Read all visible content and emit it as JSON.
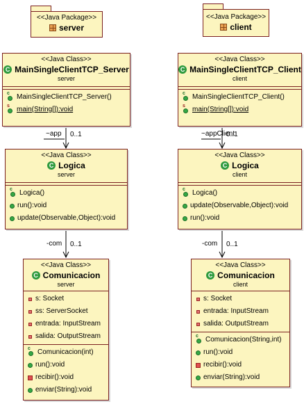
{
  "packages": {
    "server": {
      "stereotype": "<<Java Package>>",
      "name": "server",
      "icon": "package-icon"
    },
    "client": {
      "stereotype": "<<Java Package>>",
      "name": "client",
      "icon": "package-icon"
    }
  },
  "server": {
    "main": {
      "stereotype": "<<Java Class>>",
      "name": "MainSingleClientTCP_Server",
      "package": "server",
      "methods": [
        {
          "text": "MainSingleClientTCP_Server()",
          "kind": "constructor"
        },
        {
          "text": "main(String[]):void",
          "kind": "static"
        }
      ]
    },
    "logica": {
      "stereotype": "<<Java Class>>",
      "name": "Logica",
      "package": "server",
      "methods": [
        {
          "text": "Logica()",
          "kind": "constructor"
        },
        {
          "text": "run():void",
          "kind": "public"
        },
        {
          "text": "update(Observable,Object):void",
          "kind": "public"
        }
      ]
    },
    "comunicacion": {
      "stereotype": "<<Java Class>>",
      "name": "Comunicacion",
      "package": "server",
      "fields": [
        {
          "text": "s: Socket"
        },
        {
          "text": "ss: ServerSocket"
        },
        {
          "text": "entrada: InputStream"
        },
        {
          "text": "salida: OutputStream"
        }
      ],
      "methods": [
        {
          "text": "Comunicacion(int)",
          "kind": "constructor"
        },
        {
          "text": "run():void",
          "kind": "public"
        },
        {
          "text": "recibir():void",
          "kind": "private"
        },
        {
          "text": "enviar(String):void",
          "kind": "public"
        }
      ]
    },
    "assoc1": {
      "role": "~app",
      "multiplicity": "0..1"
    },
    "assoc2": {
      "role": "-com",
      "multiplicity": "0..1"
    }
  },
  "client": {
    "main": {
      "stereotype": "<<Java Class>>",
      "name": "MainSingleClientTCP_Client",
      "package": "client",
      "methods": [
        {
          "text": "MainSingleClientTCP_Client()",
          "kind": "constructor"
        },
        {
          "text": "main(String[]):void",
          "kind": "static"
        }
      ]
    },
    "logica": {
      "stereotype": "<<Java Class>>",
      "name": "Logica",
      "package": "client",
      "methods": [
        {
          "text": "Logica()",
          "kind": "constructor"
        },
        {
          "text": "update(Observable,Object):void",
          "kind": "public"
        },
        {
          "text": "run():void",
          "kind": "public"
        }
      ]
    },
    "comunicacion": {
      "stereotype": "<<Java Class>>",
      "name": "Comunicacion",
      "package": "client",
      "fields": [
        {
          "text": "s: Socket"
        },
        {
          "text": "entrada: InputStream"
        },
        {
          "text": "salida: OutputStream"
        }
      ],
      "methods": [
        {
          "text": "Comunicacion(String,int)",
          "kind": "constructor"
        },
        {
          "text": "run():void",
          "kind": "public"
        },
        {
          "text": "recibir():void",
          "kind": "private"
        },
        {
          "text": "enviar(String):void",
          "kind": "public"
        }
      ]
    },
    "assoc1": {
      "role": "~appClient",
      "multiplicity": "0..1"
    },
    "assoc2": {
      "role": "-com",
      "multiplicity": "0..1"
    }
  }
}
